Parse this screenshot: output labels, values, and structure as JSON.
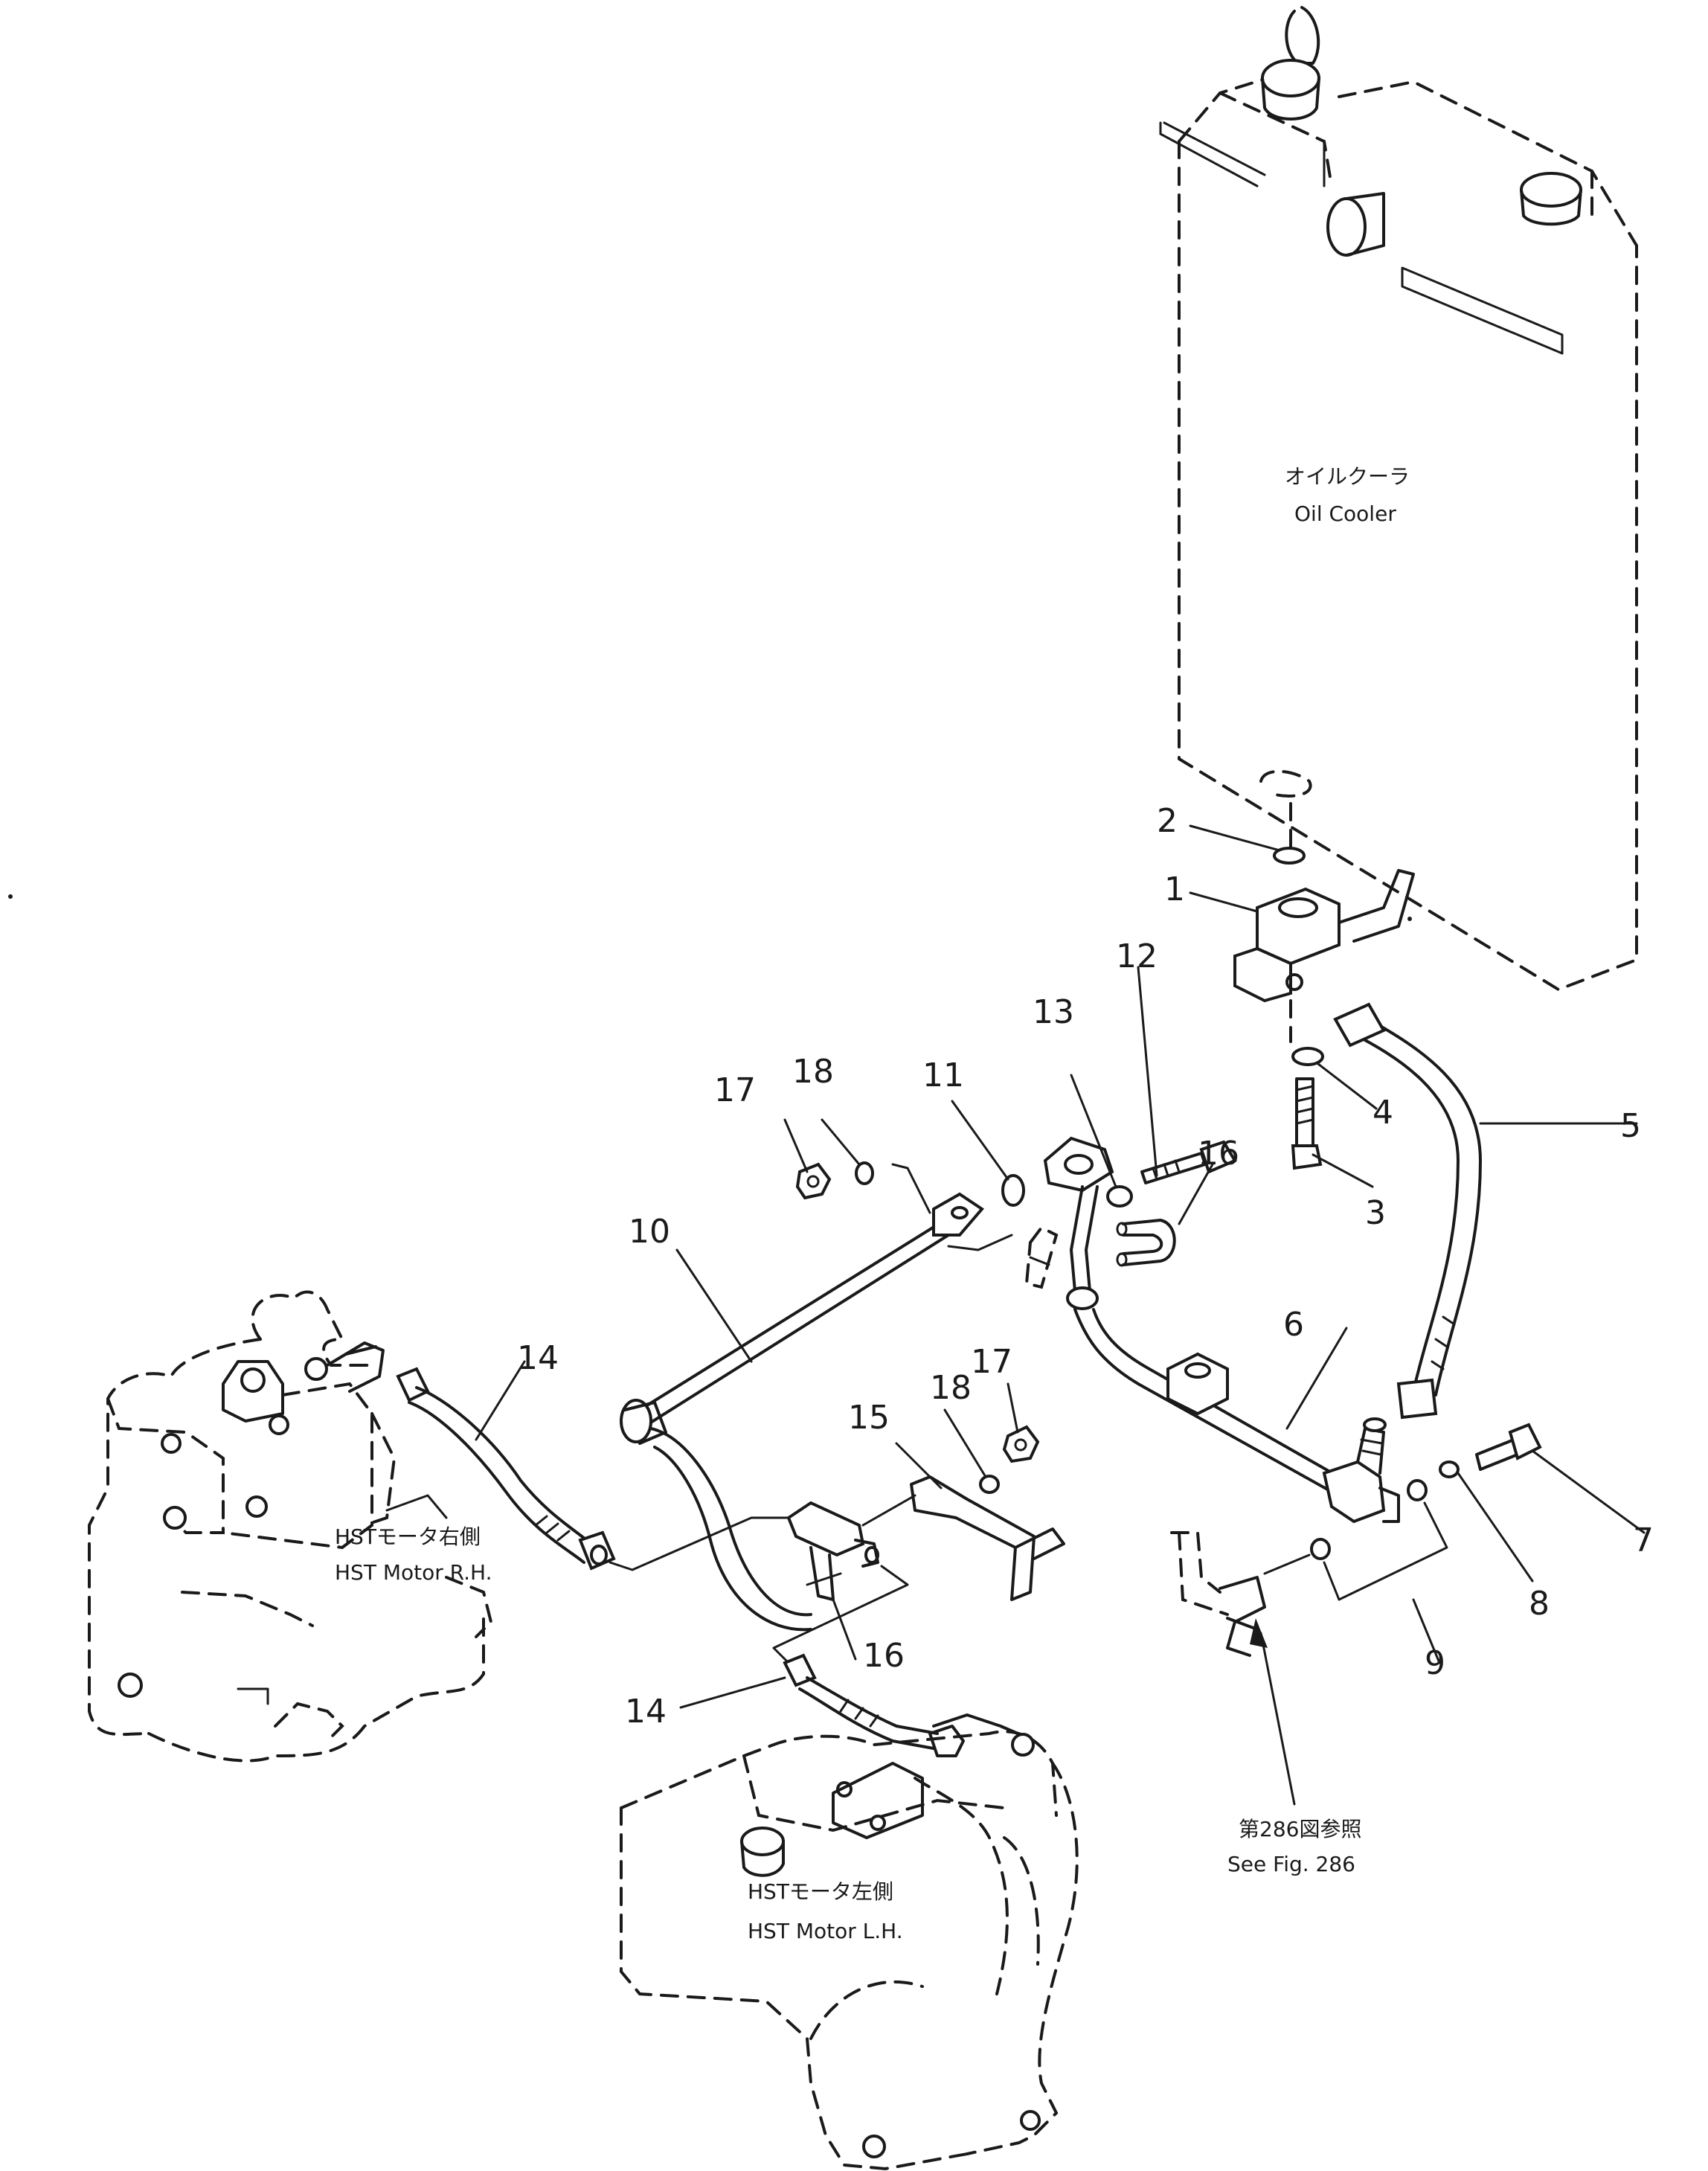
{
  "oil_cooler": {
    "label_ja": "オイルクーラ",
    "label_en": "Oil Cooler"
  },
  "motor_rh": {
    "label_ja": "HSTモータ右側",
    "label_en": "HST Motor R.H."
  },
  "motor_lh": {
    "label_ja": "HSTモータ左側",
    "label_en": "HST Motor L.H."
  },
  "reference": {
    "label_ja": "第286図参照",
    "label_en": "See Fig. 286"
  },
  "callouts": {
    "c1": "1",
    "c2": "2",
    "c3": "3",
    "c4": "4",
    "c5": "5",
    "c6": "6",
    "c7": "7",
    "c8": "8",
    "c9": "9",
    "c10": "10",
    "c11": "11",
    "c12": "12",
    "c13": "13",
    "c14a": "14",
    "c14b": "14",
    "c15": "15",
    "c16a": "16",
    "c16b": "16",
    "c17a": "17",
    "c17b": "17",
    "c18a": "18",
    "c18b": "18"
  }
}
